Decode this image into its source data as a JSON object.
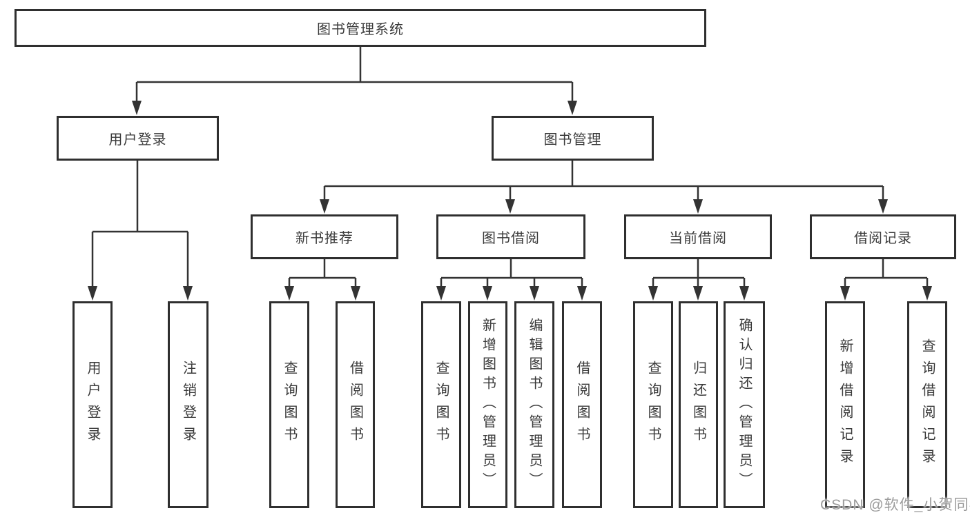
{
  "colors": {
    "line": "#333333",
    "box_border": "#2f2f2f",
    "box_background": "#ffffff",
    "text": "#3a3a3a",
    "watermark": "#9c9c9c"
  },
  "watermark": "CSDN @软件_小贺同学",
  "tree": {
    "root": {
      "label": "图书管理系统"
    },
    "user_login": {
      "label": "用户登录",
      "children": [
        {
          "label": "用户登录"
        },
        {
          "label": "注销登录"
        }
      ]
    },
    "book_mgmt": {
      "label": "图书管理",
      "sections": [
        {
          "label": "新书推荐",
          "children": [
            {
              "label": "查询图书"
            },
            {
              "label": "借阅图书"
            }
          ]
        },
        {
          "label": "图书借阅",
          "children": [
            {
              "label": "查询图书"
            },
            {
              "label": "新增图书（管理员）"
            },
            {
              "label": "编辑图书（管理员）"
            },
            {
              "label": "借阅图书"
            }
          ]
        },
        {
          "label": "当前借阅",
          "children": [
            {
              "label": "查询图书"
            },
            {
              "label": "归还图书"
            },
            {
              "label": "确认归还（管理员）"
            }
          ]
        },
        {
          "label": "借阅记录",
          "children": [
            {
              "label": "新增借阅记录"
            },
            {
              "label": "查询借阅记录"
            }
          ]
        }
      ]
    }
  }
}
